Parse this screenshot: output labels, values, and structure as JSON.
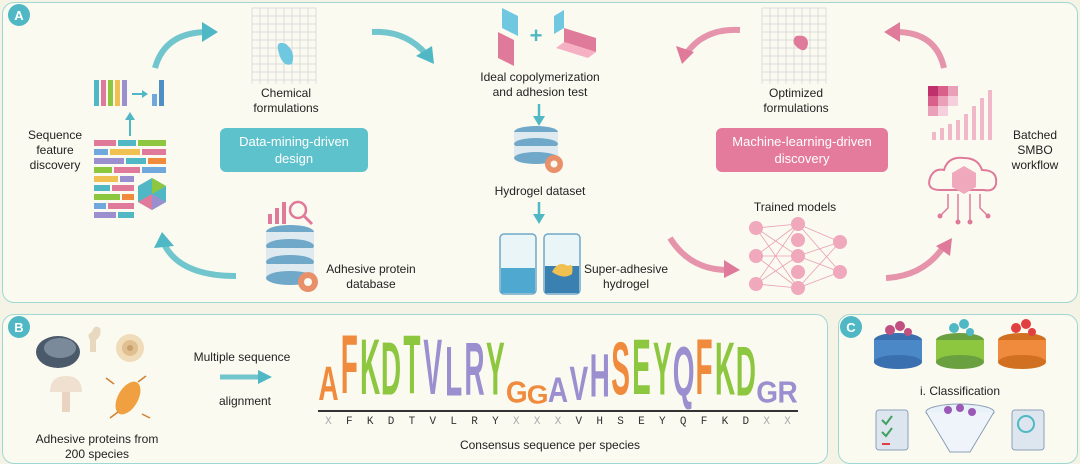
{
  "panel_a": {
    "badge": "A",
    "sequence_feature": "Sequence\nfeature\ndiscovery",
    "chemical_formulations": "Chemical\nformulations",
    "data_mining_design": "Data-mining-driven\ndesign",
    "adhesive_db": "Adhesive protein\ndatabase",
    "ideal_test": "Ideal copolymerization\nand adhesion test",
    "hydrogel_dataset": "Hydrogel dataset",
    "super_adhesive": "Super-adhesive\nhydrogel",
    "plus": "+",
    "optimized_formulations": "Optimized\nformulations",
    "ml_discovery": "Machine-learning-driven\ndiscovery",
    "trained_models": "Trained models",
    "batched_smbo": "Batched\nSMBO\nworkflow"
  },
  "panel_b": {
    "badge": "B",
    "adhesive_species": "Adhesive proteins from\n200 species",
    "multiple_seq": "Multiple sequence",
    "alignment": "alignment",
    "consensus_caption": "Consensus sequence per species",
    "consensus": [
      "X",
      "F",
      "K",
      "D",
      "T",
      "V",
      "L",
      "R",
      "Y",
      "X",
      "X",
      "X",
      "V",
      "H",
      "S",
      "E",
      "Y",
      "Q",
      "F",
      "K",
      "D",
      "X",
      "X"
    ],
    "logo_main": [
      "A",
      "F",
      "K",
      "D",
      "T",
      "V",
      "L",
      "R",
      "Y",
      "G",
      "G",
      "A",
      "V",
      "H",
      "S",
      "E",
      "Y",
      "Q",
      "F",
      "K",
      "D",
      "G",
      "R"
    ]
  },
  "panel_c": {
    "badge": "C",
    "classification": "i. Classification"
  },
  "colors": {
    "teal": "#4fb8c4",
    "pink": "#e07a9a",
    "orange": "#f08a3c",
    "green": "#8dc63f",
    "purple": "#9b59b6"
  }
}
